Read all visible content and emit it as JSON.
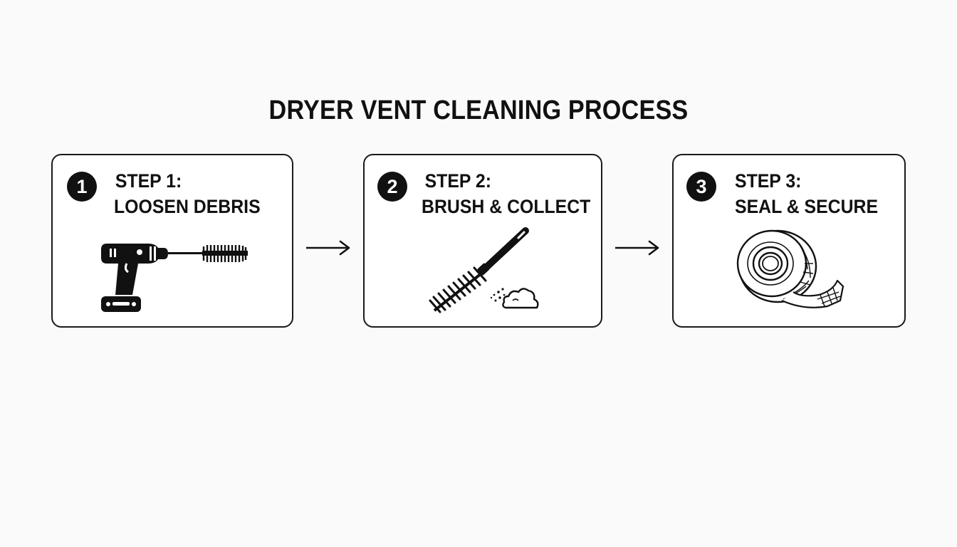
{
  "title": "DRYER VENT CLEANING PROCESS",
  "steps": [
    {
      "number": "1",
      "step_label": "STEP 1:",
      "caption": "LOOSEN DEBRIS",
      "icon": "drill-brush-icon"
    },
    {
      "number": "2",
      "step_label": "STEP 2:",
      "caption": "BRUSH & COLLECT",
      "icon": "brush-debris-icon"
    },
    {
      "number": "3",
      "step_label": "STEP 3:",
      "caption": "SEAL & SECURE",
      "icon": "foil-tape-icon"
    }
  ],
  "colors": {
    "ink": "#111111",
    "background": "#fafafa",
    "card": "#ffffff"
  }
}
